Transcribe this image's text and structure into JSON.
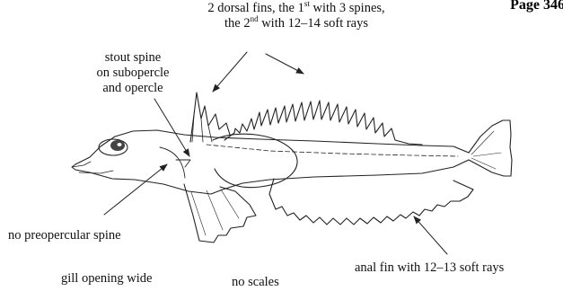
{
  "page_number": "Page 346",
  "labels": {
    "dorsal_line1_pre": "2 dorsal fins, the 1",
    "dorsal_line1_sup": "st",
    "dorsal_line1_post": " with 3 spines,",
    "dorsal_line2_pre": "the 2",
    "dorsal_line2_sup": "nd",
    "dorsal_line2_post": " with 12–14 soft rays",
    "spine_line1": "stout spine",
    "spine_line2": "on subopercle",
    "spine_line3": "and opercle",
    "preopercular": "no preopercular spine",
    "gill": "gill opening wide",
    "scales": "no scales",
    "anal": "anal fin with 12–13 soft rays"
  }
}
